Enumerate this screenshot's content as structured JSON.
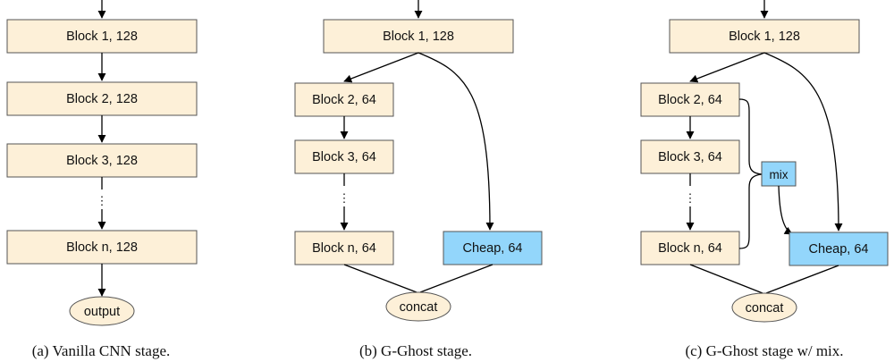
{
  "colors": {
    "block_fill": "#fdf0d8",
    "block_stroke": "#555555",
    "cheap_fill": "#93d6fb",
    "mix_fill": "#93d6fb",
    "ellipse_fill": "#fdf0d8",
    "line": "#000000"
  },
  "panel_a": {
    "block1": "Block 1, 128",
    "block2": "Block 2, 128",
    "block3": "Block 3, 128",
    "dots": "⋮",
    "blockn": "Block n, 128",
    "output": "output",
    "caption": "(a) Vanilla CNN stage."
  },
  "panel_b": {
    "block1": "Block 1, 128",
    "block2": "Block 2, 64",
    "block3": "Block 3, 64",
    "dots": "⋮",
    "blockn": "Block n, 64",
    "cheap": "Cheap, 64",
    "concat": "concat",
    "caption": "(b) G-Ghost stage."
  },
  "panel_c": {
    "block1": "Block 1, 128",
    "block2": "Block 2, 64",
    "block3": "Block 3, 64",
    "dots": "⋮",
    "blockn": "Block n, 64",
    "mix": "mix",
    "cheap": "Cheap, 64",
    "concat": "concat",
    "caption": "(c) G-Ghost stage w/ mix."
  }
}
